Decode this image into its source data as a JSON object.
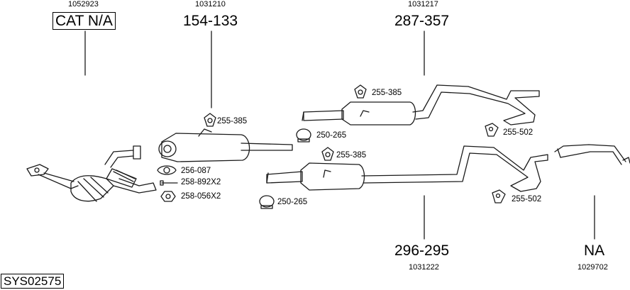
{
  "groups": [
    {
      "id": "catalytic",
      "code": "1052923",
      "label": "CAT N/A"
    },
    {
      "id": "front-silencer",
      "code": "1031210",
      "label": "154-133"
    },
    {
      "id": "rear-silencer-upper",
      "code": "1031217",
      "label": "287-357"
    },
    {
      "id": "rear-silencer-lower",
      "code": "1031222",
      "label": "296-295"
    },
    {
      "id": "tail-pipe",
      "code": "1029702",
      "label": "NA"
    }
  ],
  "parts": {
    "rubber_mount_front": "255-385",
    "rubber_mount_upper": "255-385",
    "rubber_mount_lower": "255-385",
    "clamp_upper": "250-265",
    "clamp_lower": "250-265",
    "gasket": "256-087",
    "bolt": "258-892X2",
    "nut": "258-056X2",
    "hanger_upper": "255-502",
    "hanger_lower": "255-502"
  },
  "system_id": "SYS02575",
  "colors": {
    "line": "#1a1a1a",
    "fill": "#ffffff"
  }
}
